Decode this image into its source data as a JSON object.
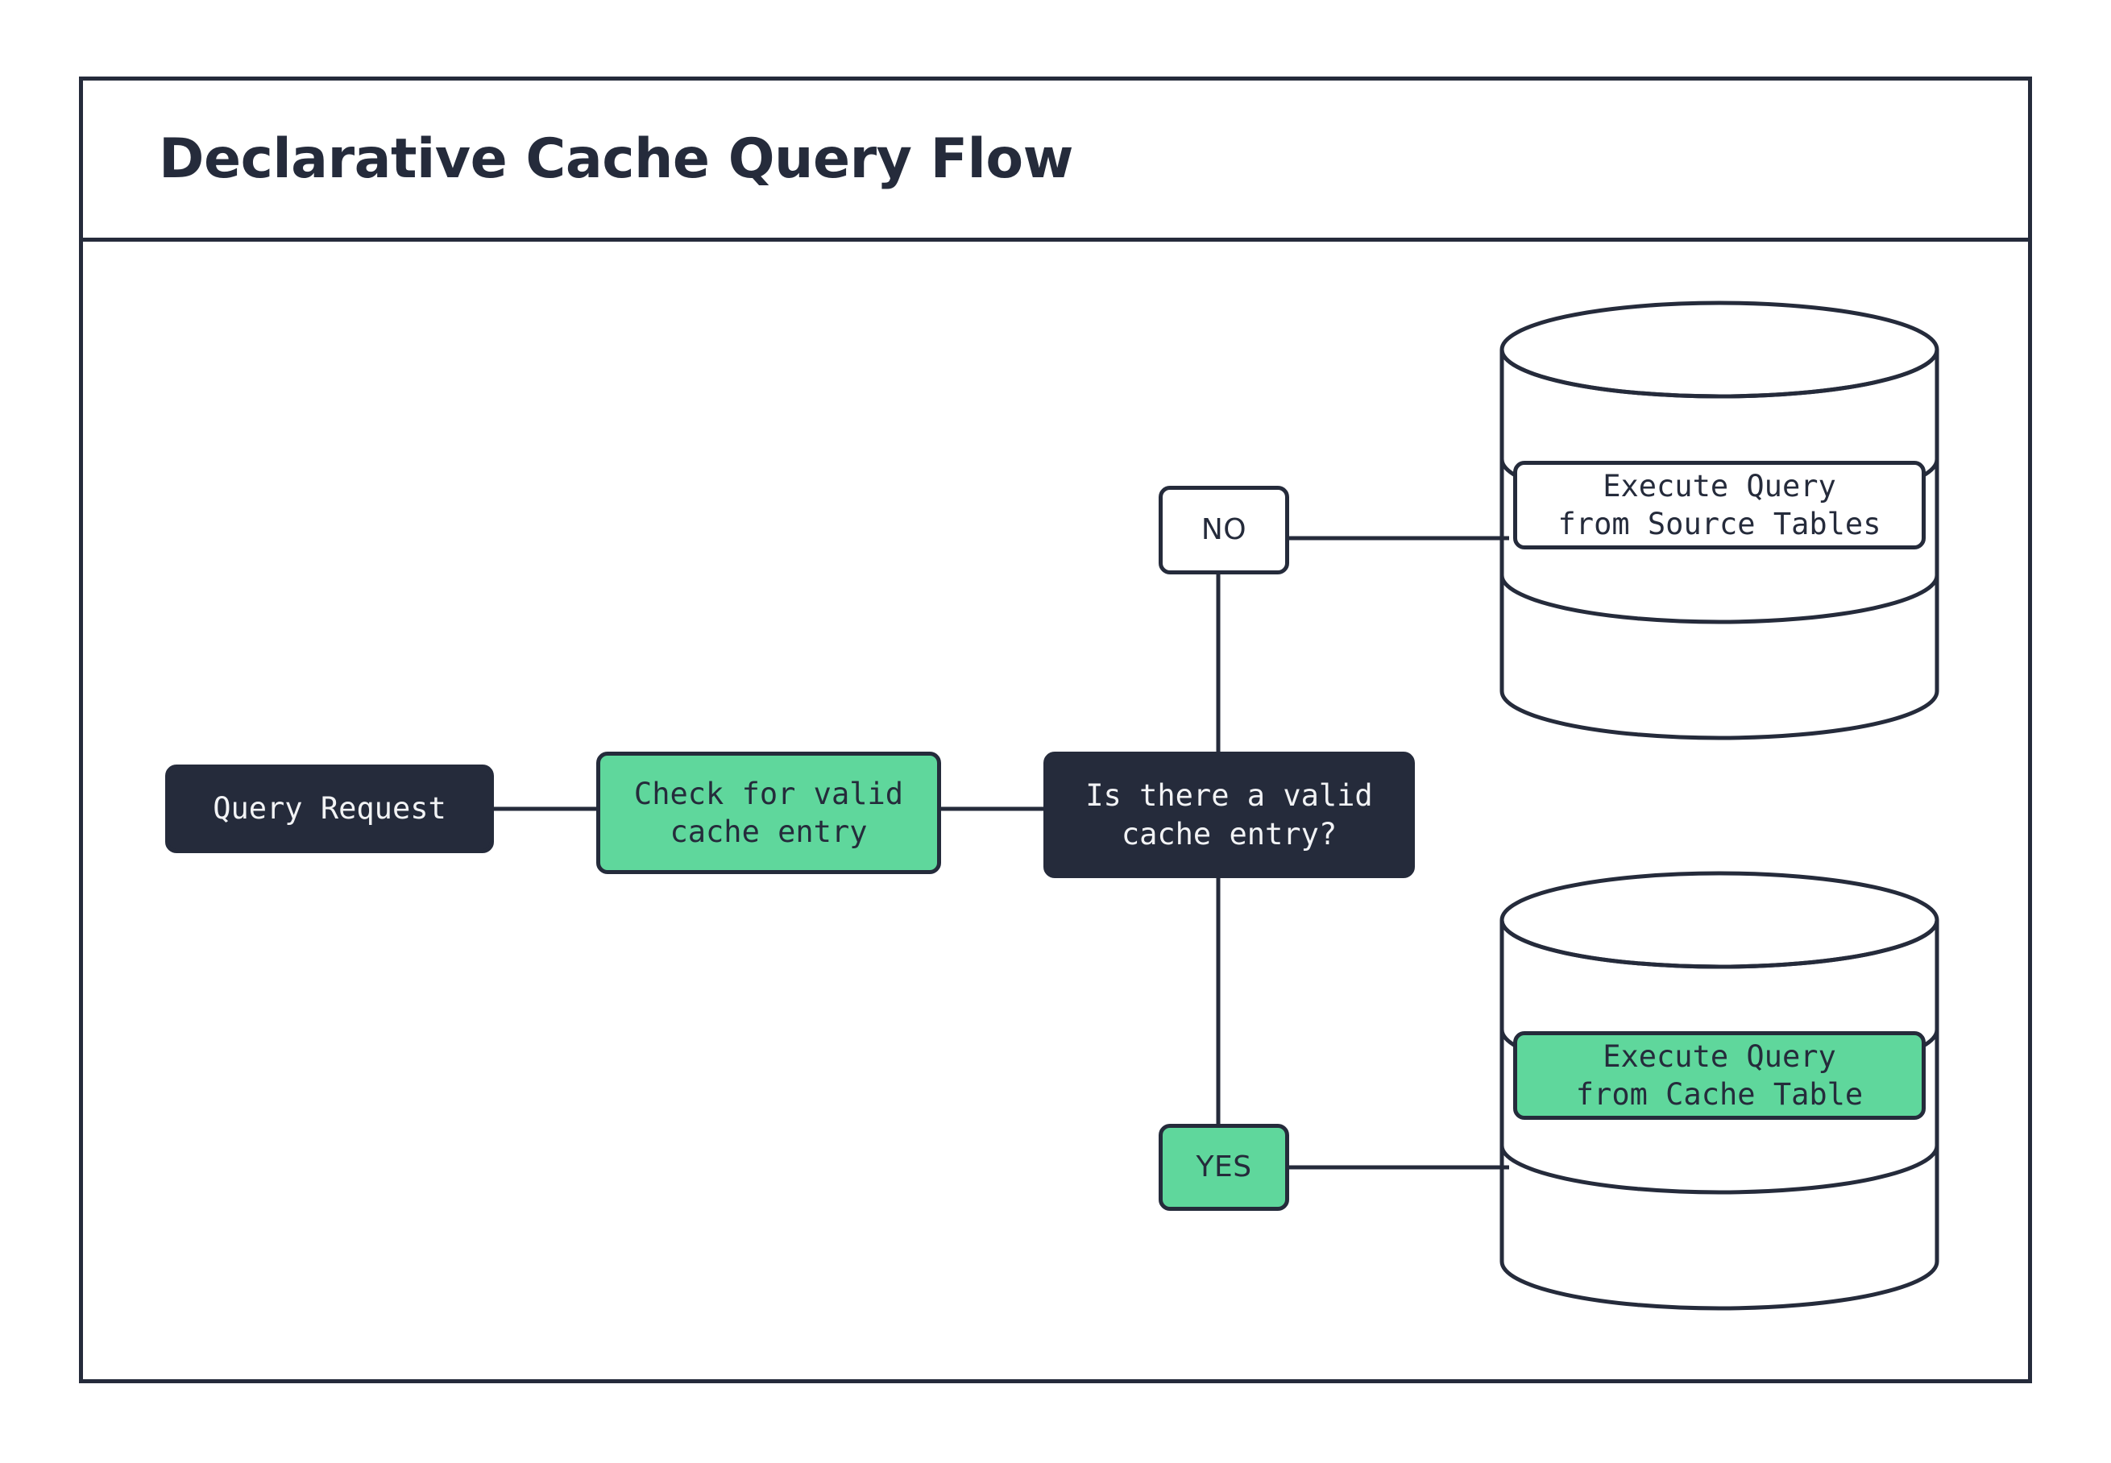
{
  "diagram": {
    "title": "Declarative Cache Query Flow",
    "colors": {
      "ink": "#252B3B",
      "accent_green": "#5FD79C",
      "surface": "#FFFFFF",
      "dark_text": "#F2F3F5"
    },
    "nodes": {
      "query_request": {
        "label": "Query Request",
        "style": "dark"
      },
      "check_cache": {
        "label": "Check for valid\ncache entry",
        "style": "green"
      },
      "decision": {
        "label": "Is there a valid\ncache entry?",
        "style": "dark"
      },
      "branch_no": {
        "label": "NO",
        "style": "white"
      },
      "branch_yes": {
        "label": "YES",
        "style": "green"
      },
      "source_tables_db": {
        "label": "Execute Query\nfrom Source Tables",
        "style": "white",
        "shape": "cylinder"
      },
      "cache_table_db": {
        "label": "Execute Query\nfrom Cache Table",
        "style": "green",
        "shape": "cylinder"
      }
    },
    "edges": [
      {
        "from": "query_request",
        "to": "check_cache",
        "label": ""
      },
      {
        "from": "check_cache",
        "to": "decision",
        "label": ""
      },
      {
        "from": "decision",
        "to": "branch_no",
        "label": "NO"
      },
      {
        "from": "branch_no",
        "to": "source_tables_db",
        "label": ""
      },
      {
        "from": "decision",
        "to": "branch_yes",
        "label": "YES"
      },
      {
        "from": "branch_yes",
        "to": "cache_table_db",
        "label": ""
      }
    ]
  }
}
